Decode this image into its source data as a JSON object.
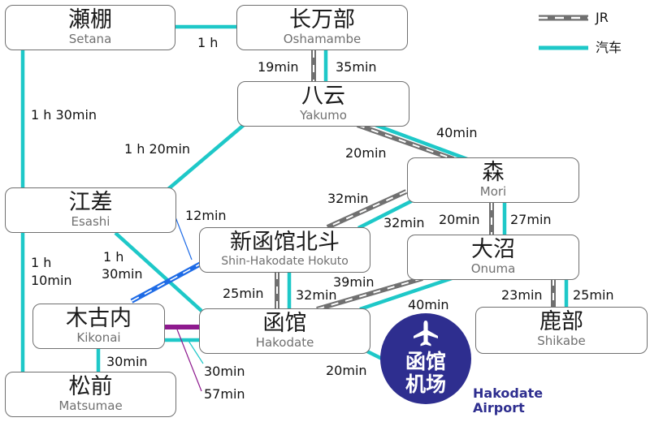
{
  "colors": {
    "jr_dark": "#707070",
    "bus": "#1ec8c8",
    "line_blue": "#1e6be6",
    "line_purple": "#8e1a8e",
    "airport": "#2e2e8f"
  },
  "legend": {
    "jr_label": "JR",
    "bus_label": "汽车"
  },
  "stations": {
    "setana": {
      "jp": "瀬棚",
      "en": "Setana"
    },
    "oshamambe": {
      "jp": "长万部",
      "en": "Oshamambe"
    },
    "yakumo": {
      "jp": "八云",
      "en": "Yakumo"
    },
    "mori": {
      "jp": "森",
      "en": "Mori"
    },
    "esashi": {
      "jp": "江差",
      "en": "Esashi"
    },
    "shinhakodate": {
      "jp": "新函馆北斗",
      "en": "Shin-Hakodate Hokuto"
    },
    "onuma": {
      "jp": "大沼",
      "en": "Onuma"
    },
    "kikonai": {
      "jp": "木古内",
      "en": "Kikonai"
    },
    "hakodate": {
      "jp": "函馆",
      "en": "Hakodate"
    },
    "shikabe": {
      "jp": "鹿部",
      "en": "Shikabe"
    },
    "matsumae": {
      "jp": "松前",
      "en": "Matsumae"
    }
  },
  "airport": {
    "jp_line1": "函馆",
    "jp_line2": "机场",
    "en_line1": "Hakodate",
    "en_line2": "Airport",
    "icon": "airplane-icon"
  },
  "durations": {
    "setana_oshamambe": "1 h",
    "oshamambe_yakumo_jr": "19min",
    "oshamambe_yakumo_bus": "35min",
    "setana_esashi": "1 h 30min",
    "yakumo_esashi": "1 h 20min",
    "yakumo_mori_bus": "40min",
    "yakumo_mori_jr": "20min",
    "mori_shin_jr": "32min",
    "mori_shin_bus": "32min",
    "mori_onuma_jr": "20min",
    "mori_onuma_bus": "27min",
    "esashi_shin": "12min",
    "esashi_kikonai_l1": "1 h",
    "esashi_kikonai_l2": "10min",
    "esashi_hakodate_l1": "1 h",
    "esashi_hakodate_l2": "30min",
    "shin_hakodate_jr": "25min",
    "shin_hakodate_bus": "32min",
    "onuma_hakodate_jr": "39min",
    "onuma_hakodate_bus": "40min",
    "onuma_shikabe_jr": "23min",
    "onuma_shikabe_bus": "25min",
    "kikonai_matsumae": "30min",
    "kikonai_hakodate_bus": "30min",
    "kikonai_hakodate_purple": "57min",
    "hakodate_airport": "20min"
  }
}
